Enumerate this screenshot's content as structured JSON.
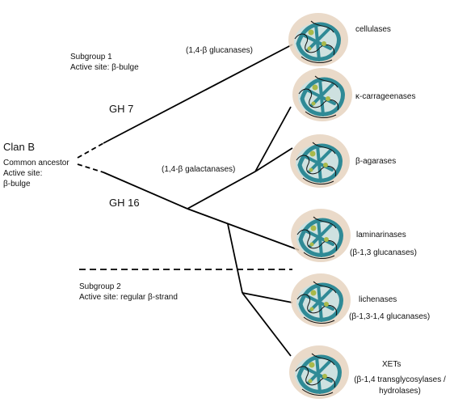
{
  "clan": {
    "title": "Clan B",
    "ancestor": [
      "Common ancestor",
      "Active site:",
      "β-bulge"
    ]
  },
  "subgroups": [
    {
      "title": "Subgroup 1",
      "site": "Active site: β-bulge"
    },
    {
      "title": "Subgroup 2",
      "site": "Active site: regular β-strand"
    }
  ],
  "families": {
    "gh7": "GH 7",
    "gh16": "GH 16"
  },
  "branch_labels": {
    "glucanases": "(1,4-β glucanases)",
    "galactanases": "(1,4-β galactanases)"
  },
  "enzymes": [
    {
      "name": "cellulases",
      "detail": []
    },
    {
      "name": "κ-carrageenases",
      "detail": []
    },
    {
      "name": "β-agarases",
      "detail": []
    },
    {
      "name": "laminarinases",
      "detail": [
        "(β-1,3 glucanases)"
      ]
    },
    {
      "name": "lichenases",
      "detail": [
        "(β-1,3-1,4 glucanases)"
      ]
    },
    {
      "name": "XETs",
      "detail": [
        "(β-1,4 transglycosylases /",
        "hydrolases)"
      ]
    }
  ],
  "colors": {
    "line": "#000000",
    "protein_teal": "#2f8a96",
    "protein_halo": "#e6d3c0",
    "protein_green": "#a9b94a"
  }
}
